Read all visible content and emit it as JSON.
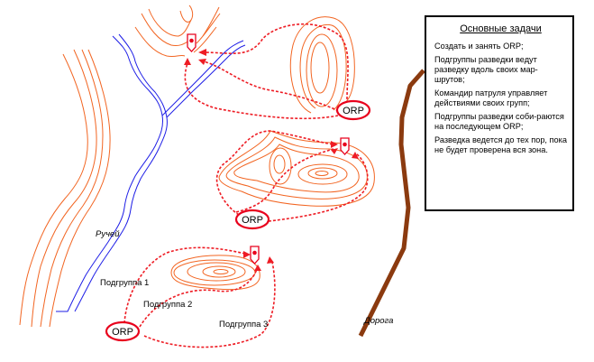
{
  "tasks_box": {
    "title": "Основные задачи",
    "items": [
      "Создать и занять ORP;",
      "Подгруппы разведки ведут разведку вдоль своих мар-шрутов;",
      "Командир патруля управляет действиями своих групп;",
      "Подгруппы разведки соби-раются на последующем ORP;",
      "Разведка ведется до тех пор, пока не будет проверена вся зона."
    ]
  },
  "map": {
    "orp_labels": [
      "ORP",
      "ORP",
      "ORP"
    ],
    "stream_label": "Ручей",
    "road_label": "Дорога",
    "subgroups": [
      "Подгруппа 1",
      "Подгруппа 2",
      "Подгруппа 3"
    ],
    "colors": {
      "contour": "#f26522",
      "stream": "#1e1ee6",
      "route": "#ee1c24",
      "road": "#8b3a0f"
    }
  }
}
